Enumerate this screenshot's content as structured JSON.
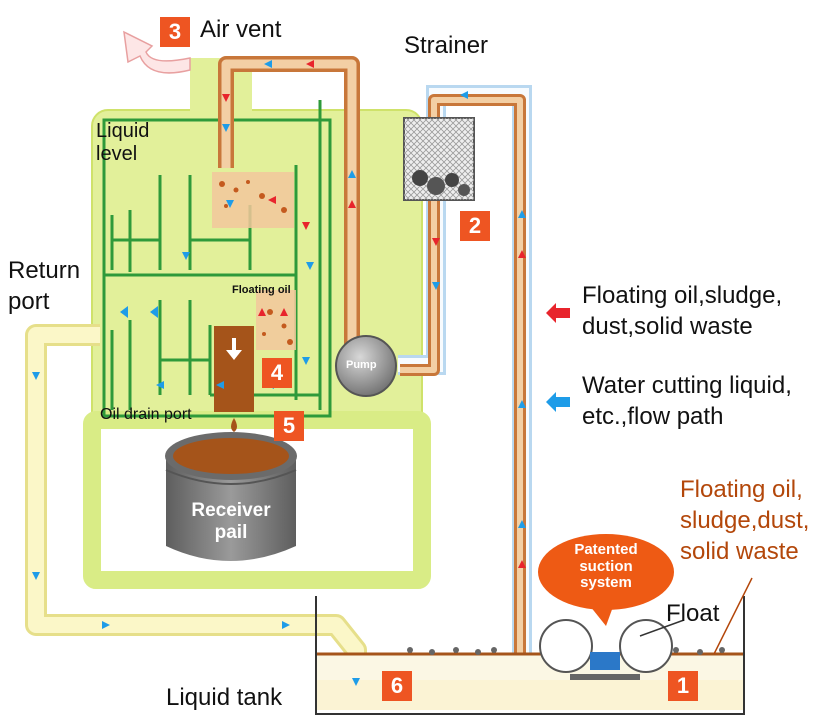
{
  "labels": {
    "air_vent": "Air vent",
    "strainer": "Strainer",
    "liquid_level": "Liquid\nlevel",
    "return_port": "Return\nport",
    "floating_oil_small": "Floating oil",
    "pump": "Pump",
    "oil_drain_port": "Oil drain port",
    "receiver_pail": "Receiver\npail",
    "patented": "Patented\nsuction\nsystem",
    "float": "Float",
    "liquid_tank": "Liquid tank",
    "floating_oil_right": "Floating oil,\nsludge,dust,\nsolid waste"
  },
  "legend": {
    "red_text": "Floating oil,sludge,\ndust,solid waste",
    "blue_text": "Water cutting liquid,\netc.,flow path"
  },
  "badges": {
    "b1": "1",
    "b2": "2",
    "b3": "3",
    "b4": "4",
    "b5": "5",
    "b6": "6"
  },
  "colors": {
    "unit_green": "#e2f09a",
    "unit_green_dark": "#c8e05a",
    "baffle_green": "#2e9a3a",
    "oil_pipe": "#c8773a",
    "oil_pipe_inner": "#f3cfa4",
    "water_pipe": "#fbf7c8",
    "water_pipe_edge": "#e6df8a",
    "arrow_red": "#e8242c",
    "arrow_blue": "#1e9ce8",
    "badge_orange": "#ee5522",
    "bubble_orange": "#ee5a14",
    "pail_gray": "#7d7d7d",
    "oil_brown": "#a5541a"
  }
}
